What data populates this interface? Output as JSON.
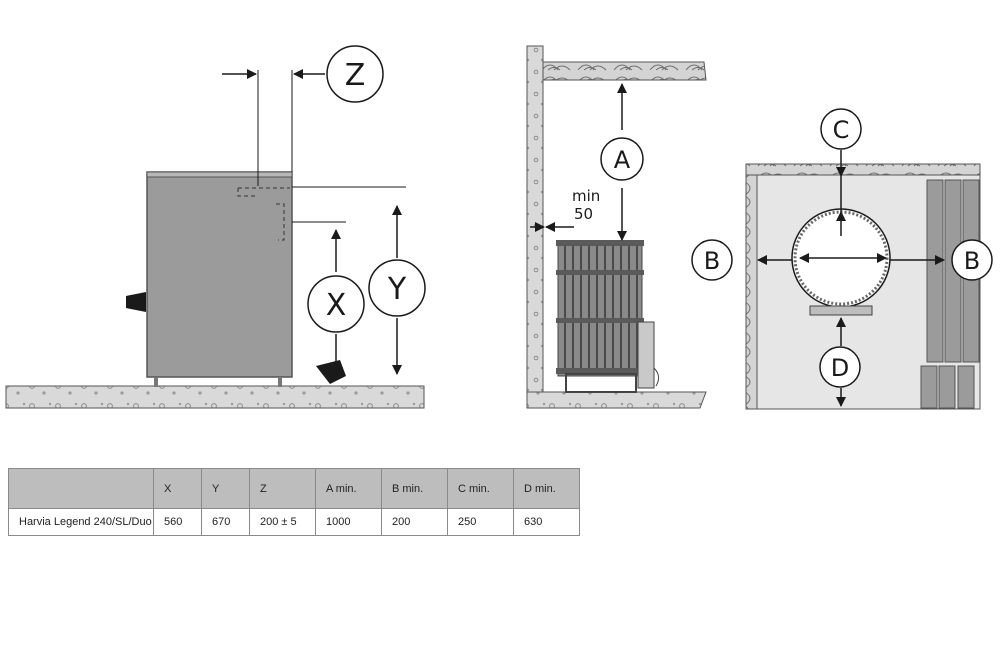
{
  "diagram": {
    "labels": {
      "x": "X",
      "y": "Y",
      "z": "Z",
      "a": "A",
      "b_left": "B",
      "b_right": "B",
      "c": "C",
      "d": "D"
    },
    "min_clearance": {
      "line1": "min",
      "line2": "50"
    }
  },
  "table": {
    "headers": [
      "",
      "X",
      "Y",
      "Z",
      "A min.",
      "B min.",
      "C min.",
      "D min."
    ],
    "rows": [
      [
        "Harvia Legend 240/SL/Duo",
        "560",
        "670",
        "200 ± 5",
        "1000",
        "200",
        "250",
        "630"
      ]
    ]
  }
}
